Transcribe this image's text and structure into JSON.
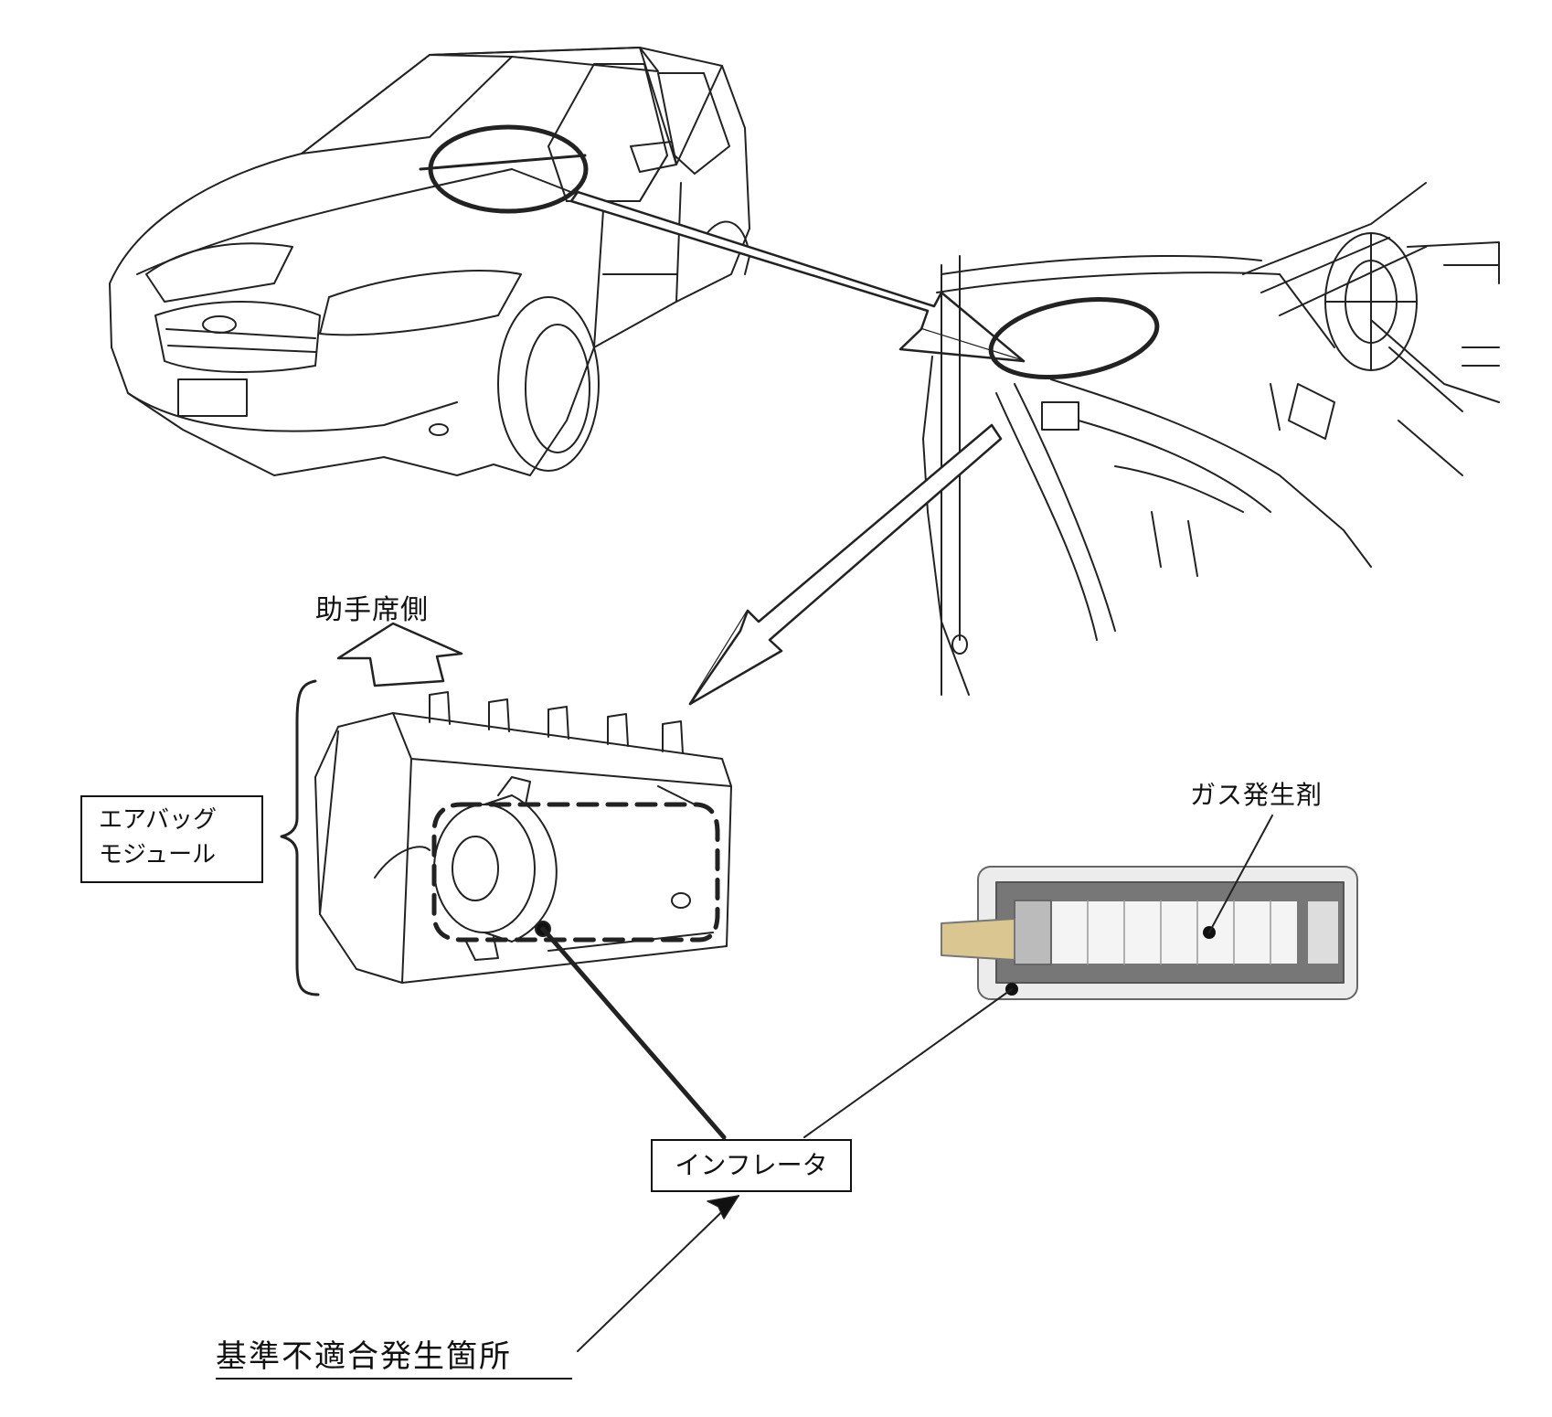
{
  "labels": {
    "passenger_side": "助手席側",
    "airbag_module": [
      "エアバッグ",
      "モジュール"
    ],
    "gas_generant": "ガス発生剤",
    "inflator": "インフレータ",
    "nonconformity_location": "基準不適合発生箇所"
  }
}
